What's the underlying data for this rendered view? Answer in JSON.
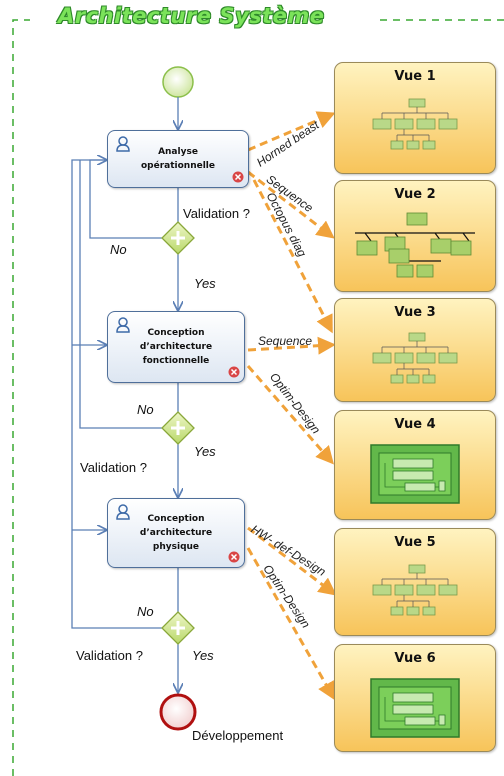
{
  "title": "Architecture Système",
  "tasks": [
    {
      "label": "Analyse\nopérationnelle"
    },
    {
      "label": "Conception\nd’architecture\nfonctionnelle"
    },
    {
      "label": "Conception\nd’architecture\nphysique"
    }
  ],
  "gateways": [
    {
      "question": "Validation ?",
      "no": "No",
      "yes": "Yes"
    },
    {
      "question": "Validation ?",
      "no": "No",
      "yes": "Yes"
    },
    {
      "question": "Validation ?",
      "no": "No",
      "yes": "Yes"
    }
  ],
  "end_label": "Développement",
  "views": [
    {
      "title": "Vue 1",
      "thumbnail": "tree"
    },
    {
      "title": "Vue 2",
      "thumbnail": "sequence"
    },
    {
      "title": "Vue 3",
      "thumbnail": "tree"
    },
    {
      "title": "Vue 4",
      "thumbnail": "design"
    },
    {
      "title": "Vue 5",
      "thumbnail": "tree"
    },
    {
      "title": "Vue 6",
      "thumbnail": "design"
    }
  ],
  "edge_labels": [
    "Horned beast",
    "Sequence",
    "Octopus diag",
    "Sequence",
    "Optim-Design",
    "HW- def-Design",
    "Optim-Design"
  ],
  "colors": {
    "frame": "#3aa832",
    "flow": "#5b7fb5",
    "link": "#f0a23a",
    "task_border": "#4f6f9a",
    "gateway": "#9fc04a",
    "view_fill": "#f7c45a"
  }
}
